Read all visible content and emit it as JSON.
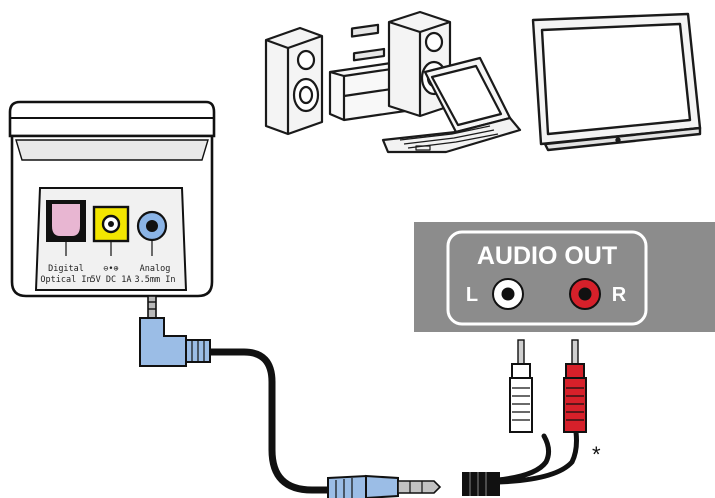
{
  "device_ports": {
    "digital_line1": "Digital",
    "digital_line2": "Optical In",
    "power_line1": "⊖•⊕",
    "power_line2": "5V DC  1A",
    "analog_line1": "Analog",
    "analog_line2": "3.5mm In"
  },
  "audio_out_panel": {
    "title": "AUDIO OUT",
    "left_label": "L",
    "right_label": "R"
  },
  "footnote_marker": "*",
  "colors": {
    "optical_port": "#e8b6d2",
    "power_port": "#f3e600",
    "analog_port": "#8bb4e6",
    "panel_gray": "#8c8c8c",
    "rca_red": "#d6202a",
    "jack_blue": "#9bbde6"
  }
}
